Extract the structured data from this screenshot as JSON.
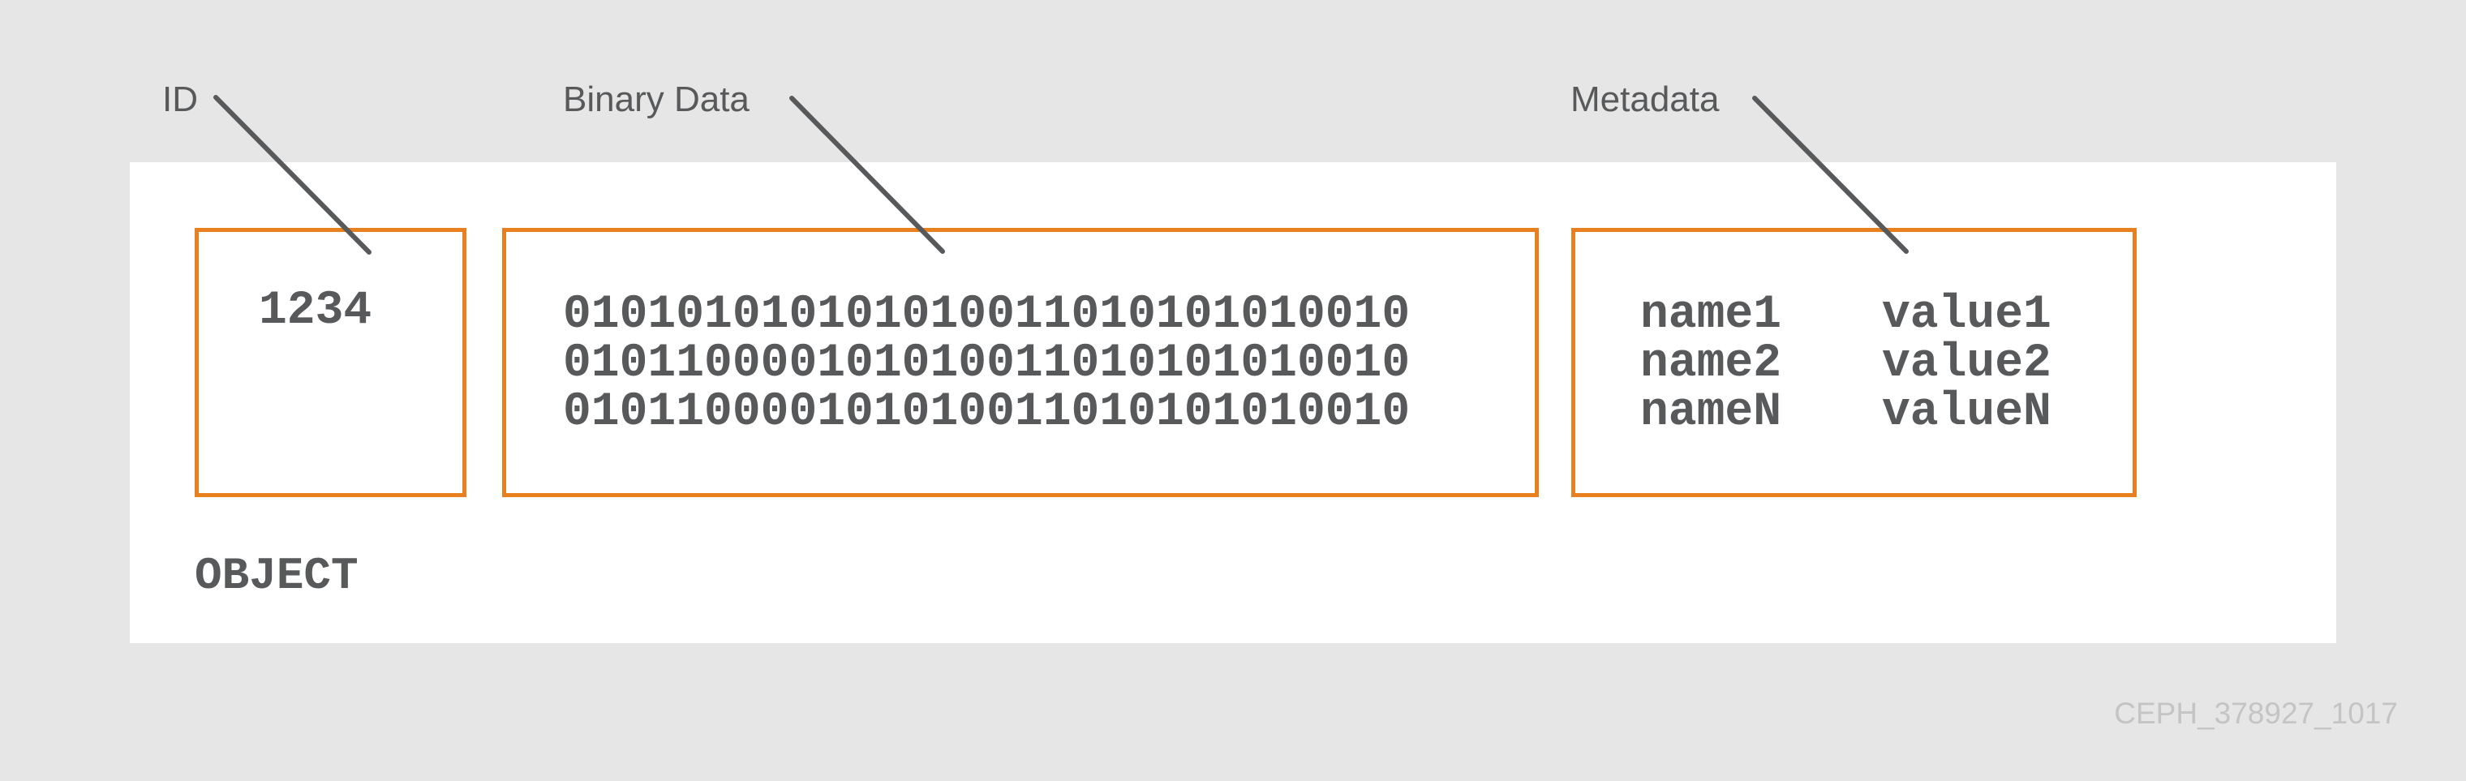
{
  "labels": {
    "id": "ID",
    "binary": "Binary Data",
    "metadata": "Metadata"
  },
  "id_box": {
    "value": "1234"
  },
  "binary_box": {
    "lines": [
      "010101010101010011010101010010",
      "010110000101010011010101010010",
      "010110000101010011010101010010"
    ]
  },
  "metadata_box": {
    "rows": [
      {
        "name": "name1",
        "value": "value1"
      },
      {
        "name": "name2",
        "value": "value2"
      },
      {
        "name": "nameN",
        "value": "valueN"
      }
    ]
  },
  "object_title": "OBJECT",
  "footer_id": "CEPH_378927_1017",
  "colors": {
    "background": "#e6e6e6",
    "panel": "#ffffff",
    "box_border": "#e88020",
    "text": "#58595b",
    "footer_text": "#c4c4c4"
  }
}
